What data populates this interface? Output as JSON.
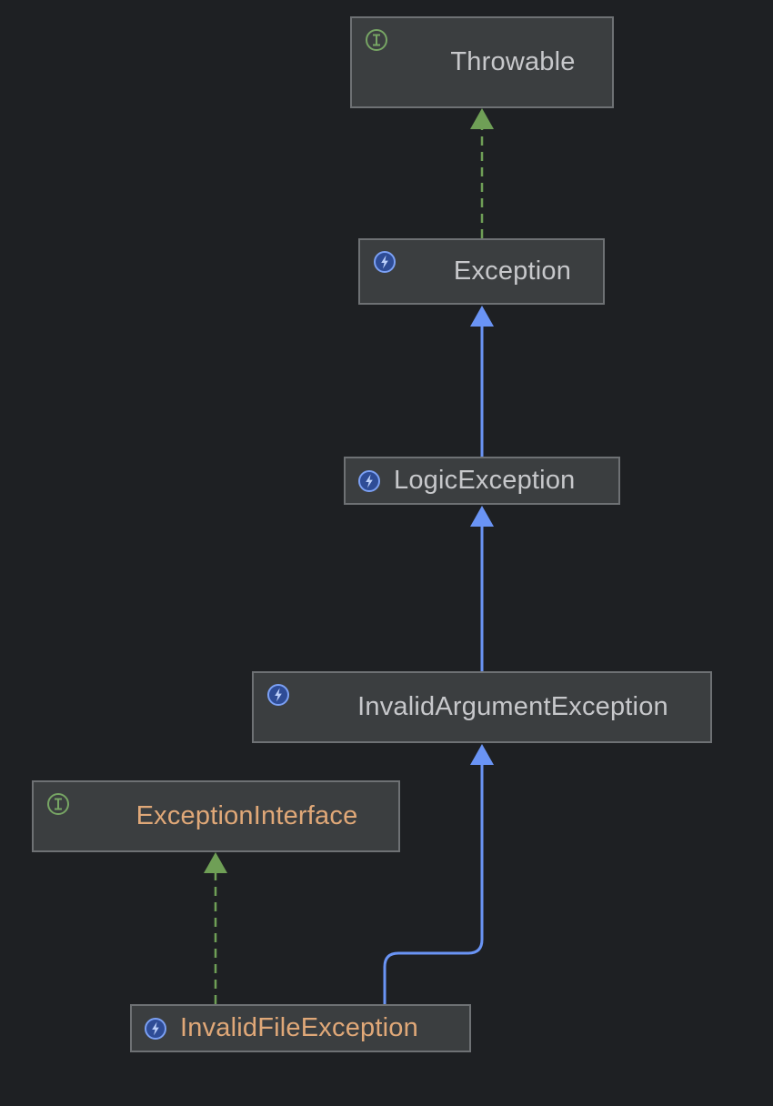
{
  "diagram": {
    "type": "class-hierarchy",
    "nodes": [
      {
        "id": "throwable",
        "label": "Throwable",
        "kind": "interface",
        "icon": "interface-icon",
        "label_color": "#c7c8cb"
      },
      {
        "id": "exception",
        "label": "Exception",
        "kind": "exception-class",
        "icon": "exception-class-icon",
        "label_color": "#c7c8cb"
      },
      {
        "id": "logic-exception",
        "label": "LogicException",
        "kind": "exception-class",
        "icon": "exception-class-icon",
        "label_color": "#c7c8cb"
      },
      {
        "id": "invalid-argument-exception",
        "label": "InvalidArgumentException",
        "kind": "exception-class",
        "icon": "exception-class-icon",
        "label_color": "#c7c8cb"
      },
      {
        "id": "exception-interface",
        "label": "ExceptionInterface",
        "kind": "interface",
        "icon": "interface-icon",
        "label_color": "#e0a878"
      },
      {
        "id": "invalid-file-exception",
        "label": "InvalidFileException",
        "kind": "exception-class",
        "icon": "exception-class-icon",
        "label_color": "#e0a878"
      }
    ],
    "edges": [
      {
        "from": "exception",
        "to": "throwable",
        "relation": "implements",
        "line": "dashed",
        "color": "#6f9f56"
      },
      {
        "from": "logic-exception",
        "to": "exception",
        "relation": "extends",
        "line": "solid",
        "color": "#6a94f5"
      },
      {
        "from": "invalid-argument-exception",
        "to": "logic-exception",
        "relation": "extends",
        "line": "solid",
        "color": "#6a94f5"
      },
      {
        "from": "invalid-file-exception",
        "to": "invalid-argument-exception",
        "relation": "extends",
        "line": "solid",
        "color": "#6a94f5"
      },
      {
        "from": "invalid-file-exception",
        "to": "exception-interface",
        "relation": "implements",
        "line": "dashed",
        "color": "#6f9f56"
      }
    ],
    "colors": {
      "background": "#1e2023",
      "node_fill": "#3b3e40",
      "node_border": "#6e7174",
      "library_label": "#c7c8cb",
      "project_label": "#e0a878",
      "extends_edge_blue": "#6a94f5",
      "implements_edge_green": "#6f9f56",
      "interface_icon_green": "#77a564",
      "exception_icon_ring_blue": "#7ba0f4",
      "exception_icon_fill_blue": "#2e4c96"
    }
  }
}
